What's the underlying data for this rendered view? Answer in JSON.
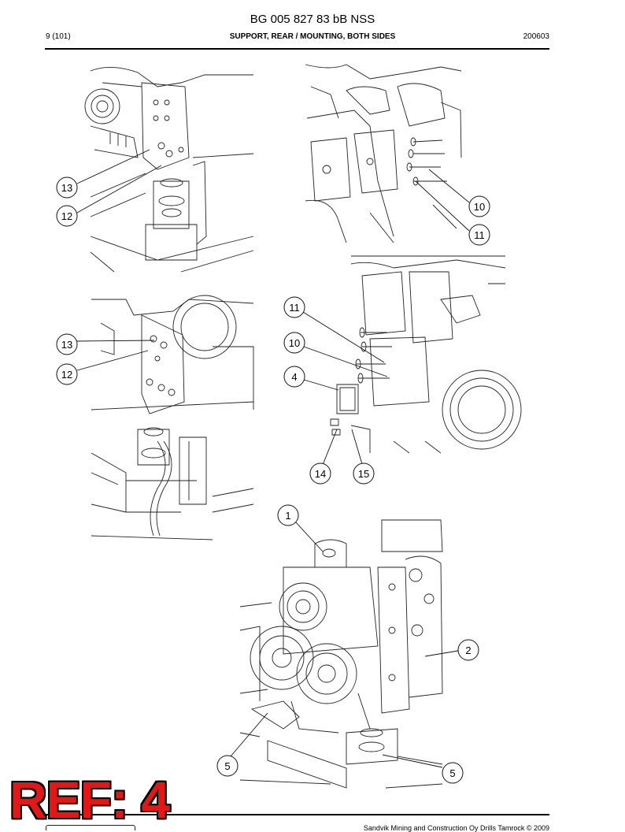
{
  "header": {
    "title": "BG 005 827 83 bB NSS",
    "page": "9 (101)",
    "subtitle": "SUPPORT, REAR / MOUNTING, BOTH SIDES",
    "code": "200603"
  },
  "callouts": {
    "c13a": "13",
    "c12a": "12",
    "c10a": "10",
    "c11a": "11",
    "c13b": "13",
    "c12b": "12",
    "c11b": "11",
    "c10b": "10",
    "c4": "4",
    "c14": "14",
    "c15": "15",
    "c1": "1",
    "c2": "2",
    "c5a": "5",
    "c5b": "5"
  },
  "footer": {
    "stamp": "REF: 4",
    "copyright": "Sandvik Mining and Construction Oy Drills Tamrock © 2009"
  }
}
